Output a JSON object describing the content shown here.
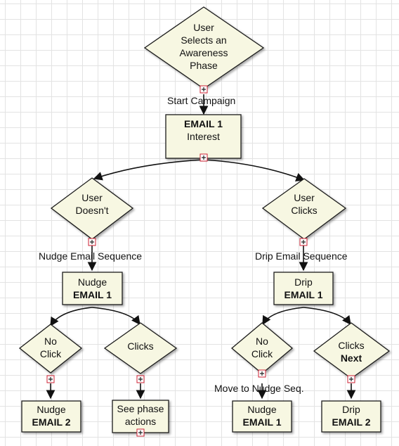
{
  "nodes": {
    "root": {
      "lines": [
        "User",
        "Selects an",
        "Awareness",
        "Phase"
      ]
    },
    "email1": {
      "line1": "EMAIL 1",
      "line2": "Interest"
    },
    "user_doesnt": {
      "lines": [
        "User",
        "Doesn't"
      ]
    },
    "user_clicks": {
      "lines": [
        "User",
        "Clicks"
      ]
    },
    "nudge_email1": {
      "line1": "Nudge",
      "line2": "EMAIL 1"
    },
    "drip_email1": {
      "line1": "Drip",
      "line2": "EMAIL 1"
    },
    "no_click_left": {
      "lines": [
        "No",
        "Click"
      ]
    },
    "clicks_left": {
      "lines": [
        "Clicks"
      ]
    },
    "no_click_right": {
      "lines": [
        "No",
        "Click"
      ]
    },
    "clicks_next": {
      "line1": "Clicks",
      "line2": "Next"
    },
    "nudge_email2": {
      "line1": "Nudge",
      "line2": "EMAIL 2"
    },
    "see_phase": {
      "lines": [
        "See phase",
        "actions"
      ]
    },
    "nudge_email1_b": {
      "line1": "Nudge",
      "line2": "EMAIL 1"
    },
    "drip_email2": {
      "line1": "Drip",
      "line2": "EMAIL 2"
    }
  },
  "edge_labels": {
    "start_campaign": "Start Campaign",
    "nudge_sequence": "Nudge Email Sequence",
    "drip_sequence": "Drip Email Sequence",
    "move_to_nudge": "Move to Nudge Seq."
  },
  "colors": {
    "node_fill": "#f7f7e2",
    "stroke": "#1a1a1a",
    "expand_icon": "#cc2233"
  }
}
